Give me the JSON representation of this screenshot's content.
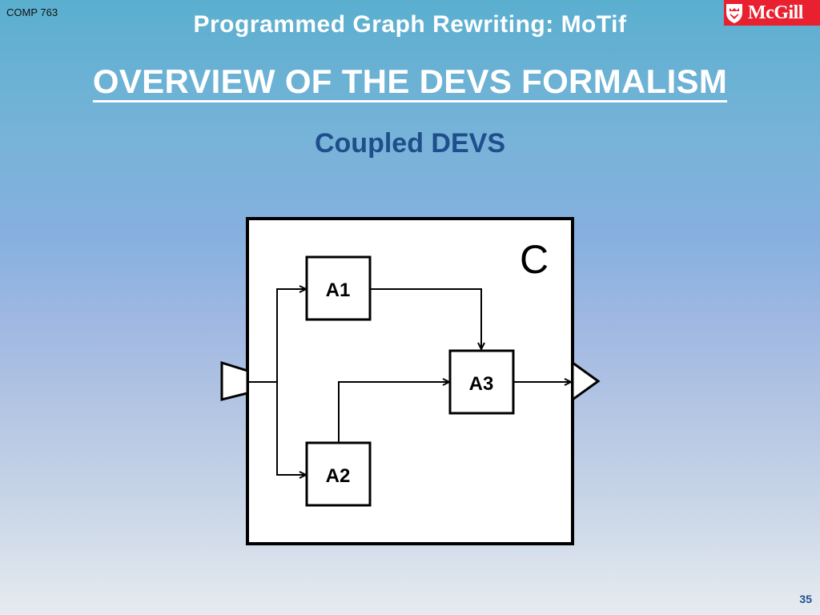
{
  "header": {
    "course": "COMP 763",
    "title": "Programmed Graph Rewriting: MoTif",
    "logo_text": "McGill"
  },
  "slide": {
    "heading": "OVERVIEW OF THE DEVS FORMALISM",
    "subheading": "Coupled DEVS",
    "page_number": "35"
  },
  "diagram": {
    "container_label": "C",
    "blocks": {
      "a1": "A1",
      "a2": "A2",
      "a3": "A3"
    }
  },
  "colors": {
    "title_text": "#ffffff",
    "subheading_text": "#1f4e8c",
    "logo_bg": "#e8202f"
  }
}
